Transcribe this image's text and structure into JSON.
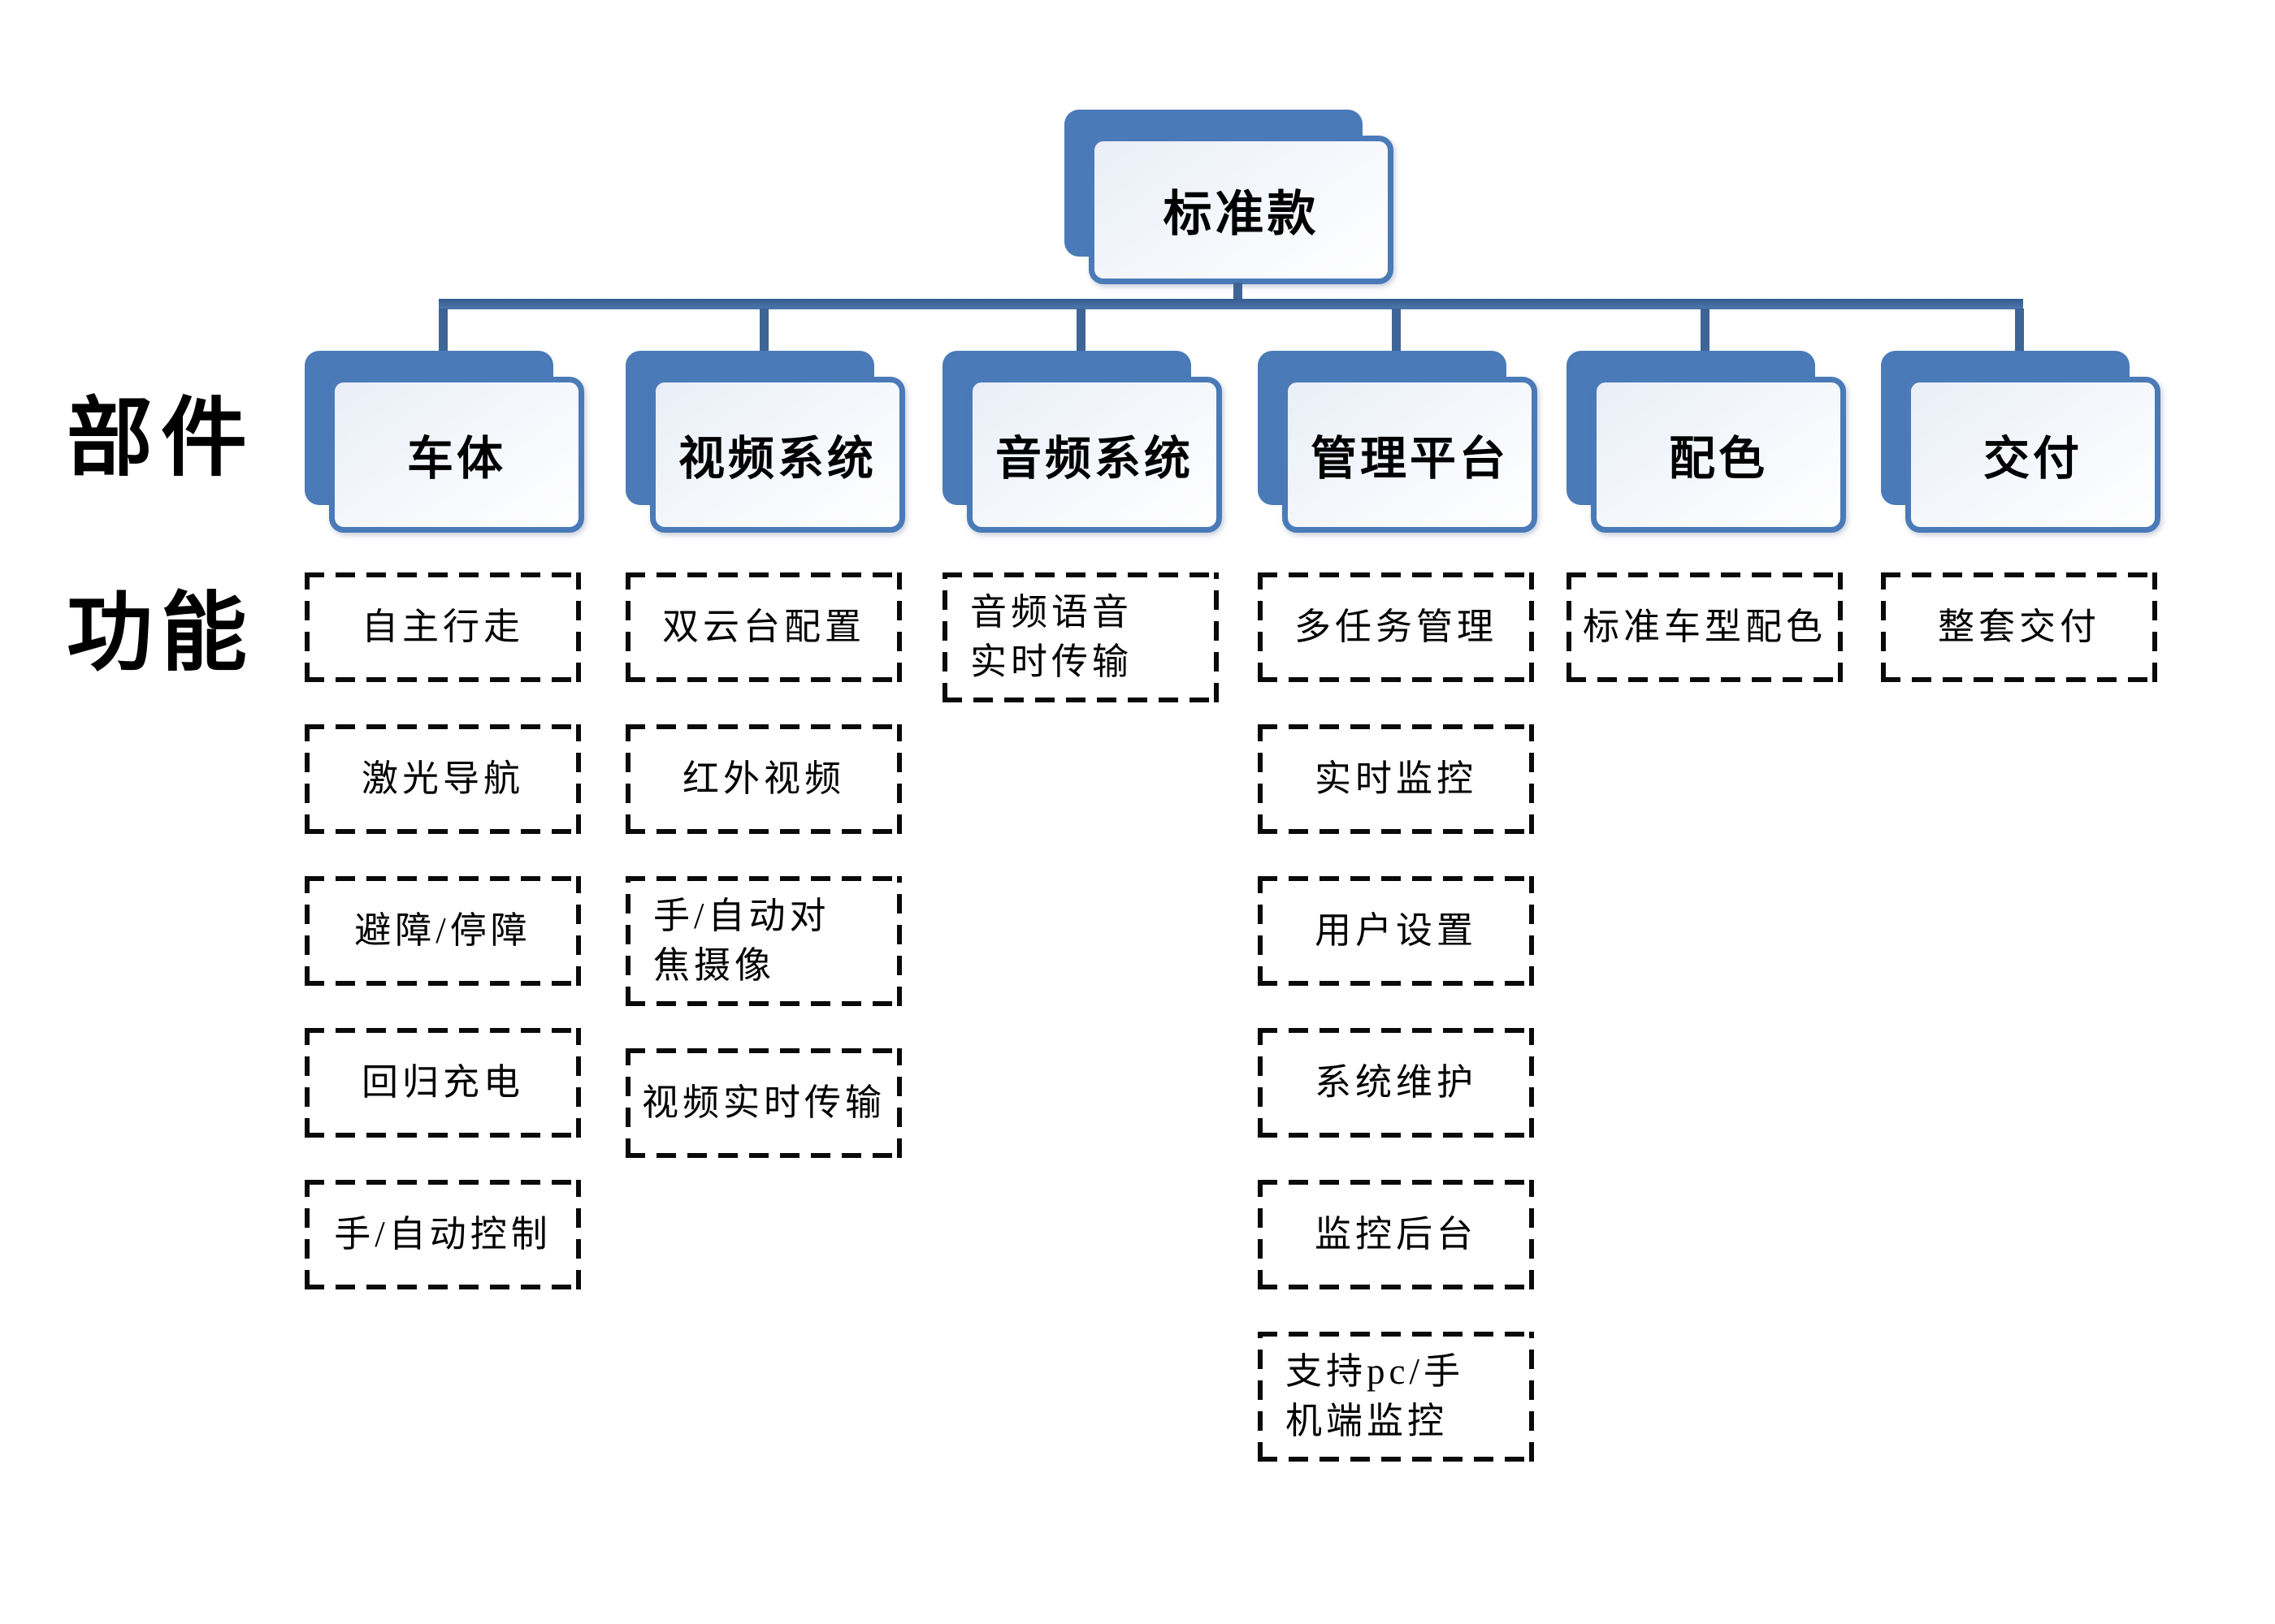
{
  "root": {
    "label": "标准款"
  },
  "side_labels": {
    "parts": "部件",
    "functions": "功能"
  },
  "columns": [
    {
      "id": "vehicle-body",
      "label": "车体",
      "functions": [
        "自主行走",
        "激光导航",
        "避障/停障",
        "回归充电",
        "手/自动控制"
      ]
    },
    {
      "id": "video-system",
      "label": "视频系统",
      "functions": [
        "双云台配置",
        "红外视频",
        "手/自动对\n焦摄像",
        "视频实时传输"
      ]
    },
    {
      "id": "audio-system",
      "label": "音频系统",
      "functions": [
        "音频语音\n实时传输"
      ]
    },
    {
      "id": "management-platform",
      "label": "管理平台",
      "functions": [
        "多任务管理",
        "实时监控",
        "用户设置",
        "系统维护",
        "监控后台",
        "支持pc/手\n机端监控"
      ]
    },
    {
      "id": "color-scheme",
      "label": "配色",
      "functions": [
        "标准车型配色"
      ]
    },
    {
      "id": "delivery",
      "label": "交付",
      "functions": [
        "整套交付"
      ]
    }
  ],
  "colors": {
    "accent": "#4a7ab8",
    "connector": "#3e6496",
    "card_fill": "#e9eef7",
    "dash_border": "#0a0a0a",
    "text": "#000000"
  }
}
